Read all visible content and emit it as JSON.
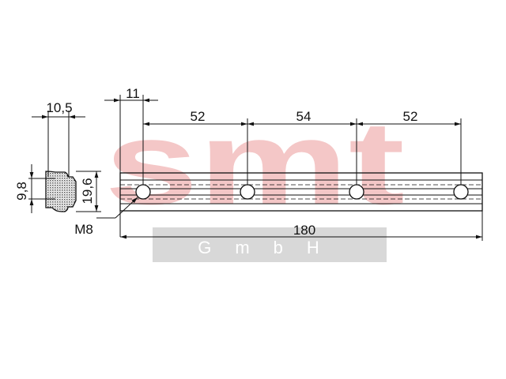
{
  "watermark": {
    "logo": "smt",
    "subtitle": "GmbH",
    "logo_color": "#f4c7c7",
    "band_color": "#d8d8d8",
    "subtitle_color": "#ffffff"
  },
  "dimensions": {
    "profile_width": "10,5",
    "profile_height_small": "9,8",
    "profile_height_full": "19,6",
    "hole_offset": "11",
    "spacing_1": "52",
    "spacing_2": "54",
    "spacing_3": "52",
    "total_length": "180",
    "thread": "M8"
  },
  "colors": {
    "line": "#111111",
    "hatch": "#666666"
  }
}
